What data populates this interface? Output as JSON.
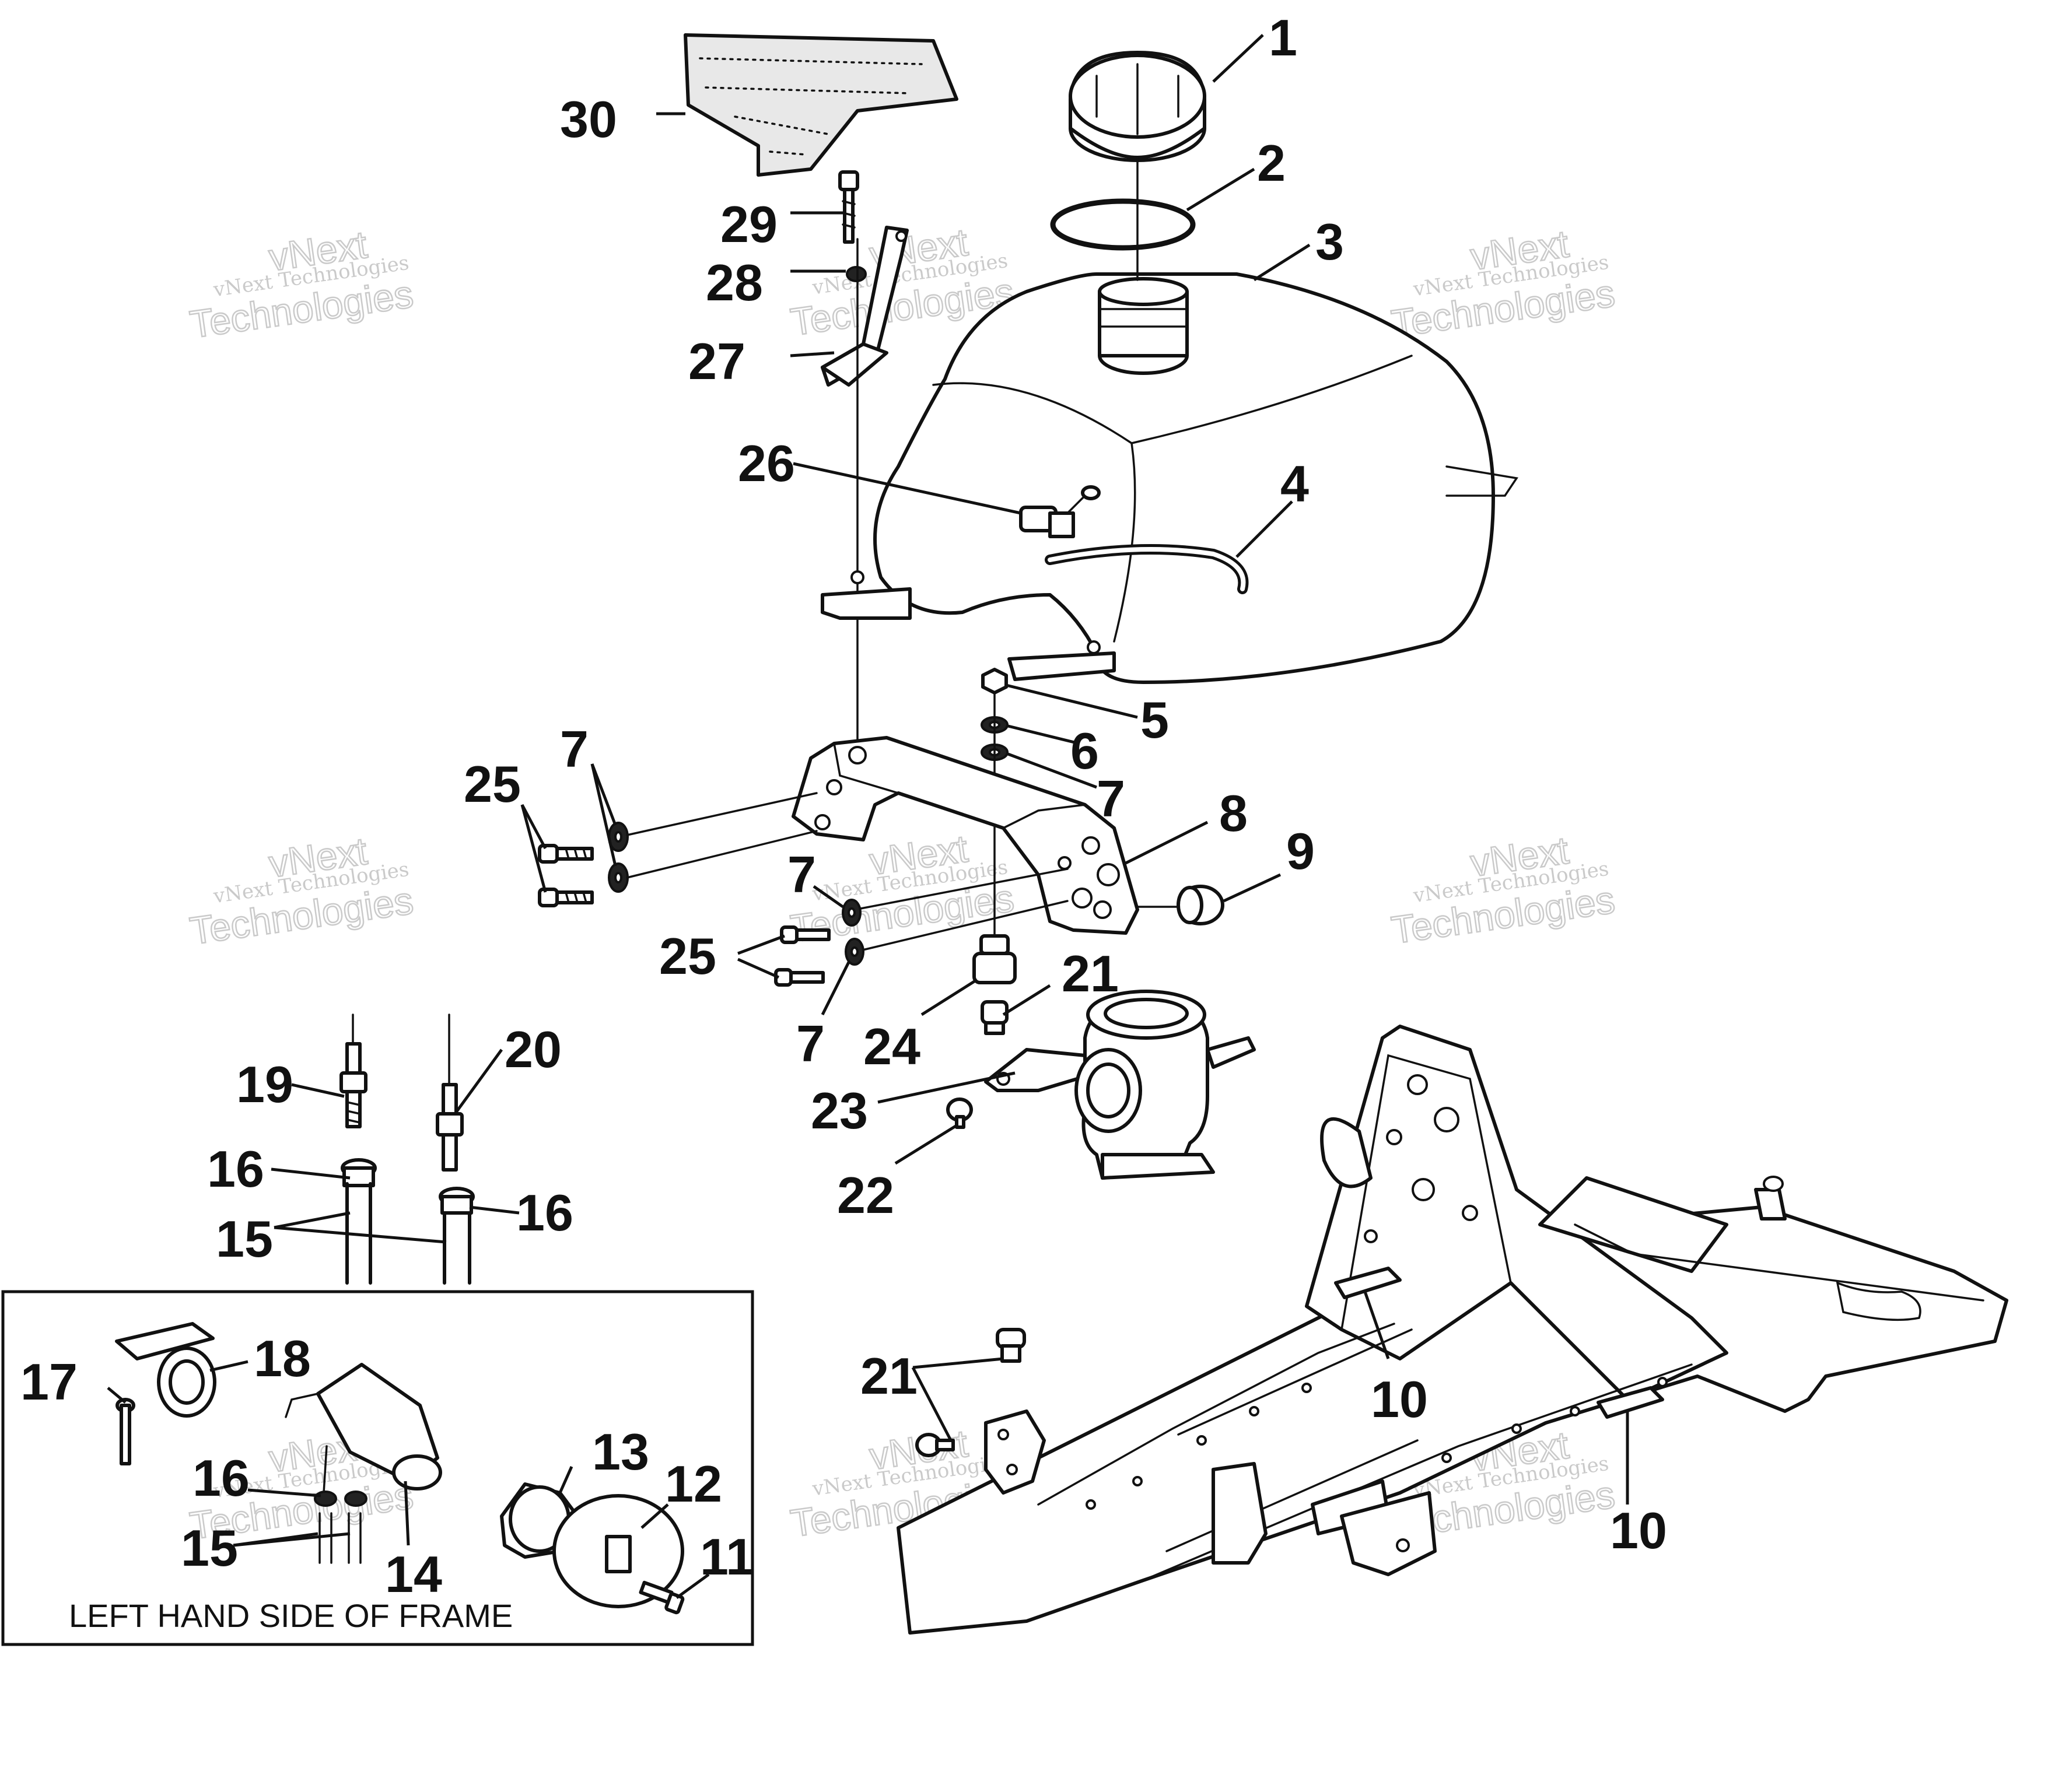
{
  "callouts": [
    "1",
    "2",
    "3",
    "4",
    "5",
    "6",
    "7",
    "8",
    "9",
    "10",
    "11",
    "12",
    "13",
    "14",
    "15",
    "16",
    "17",
    "18",
    "19",
    "20",
    "21",
    "22",
    "23",
    "24",
    "25",
    "26",
    "27",
    "28",
    "29",
    "30"
  ],
  "inset": {
    "caption": "LEFT HAND SIDE OF FRAME"
  },
  "watermark": {
    "line1": "vNext Technologies",
    "line2": "vNext",
    "line3": "Technologies"
  }
}
